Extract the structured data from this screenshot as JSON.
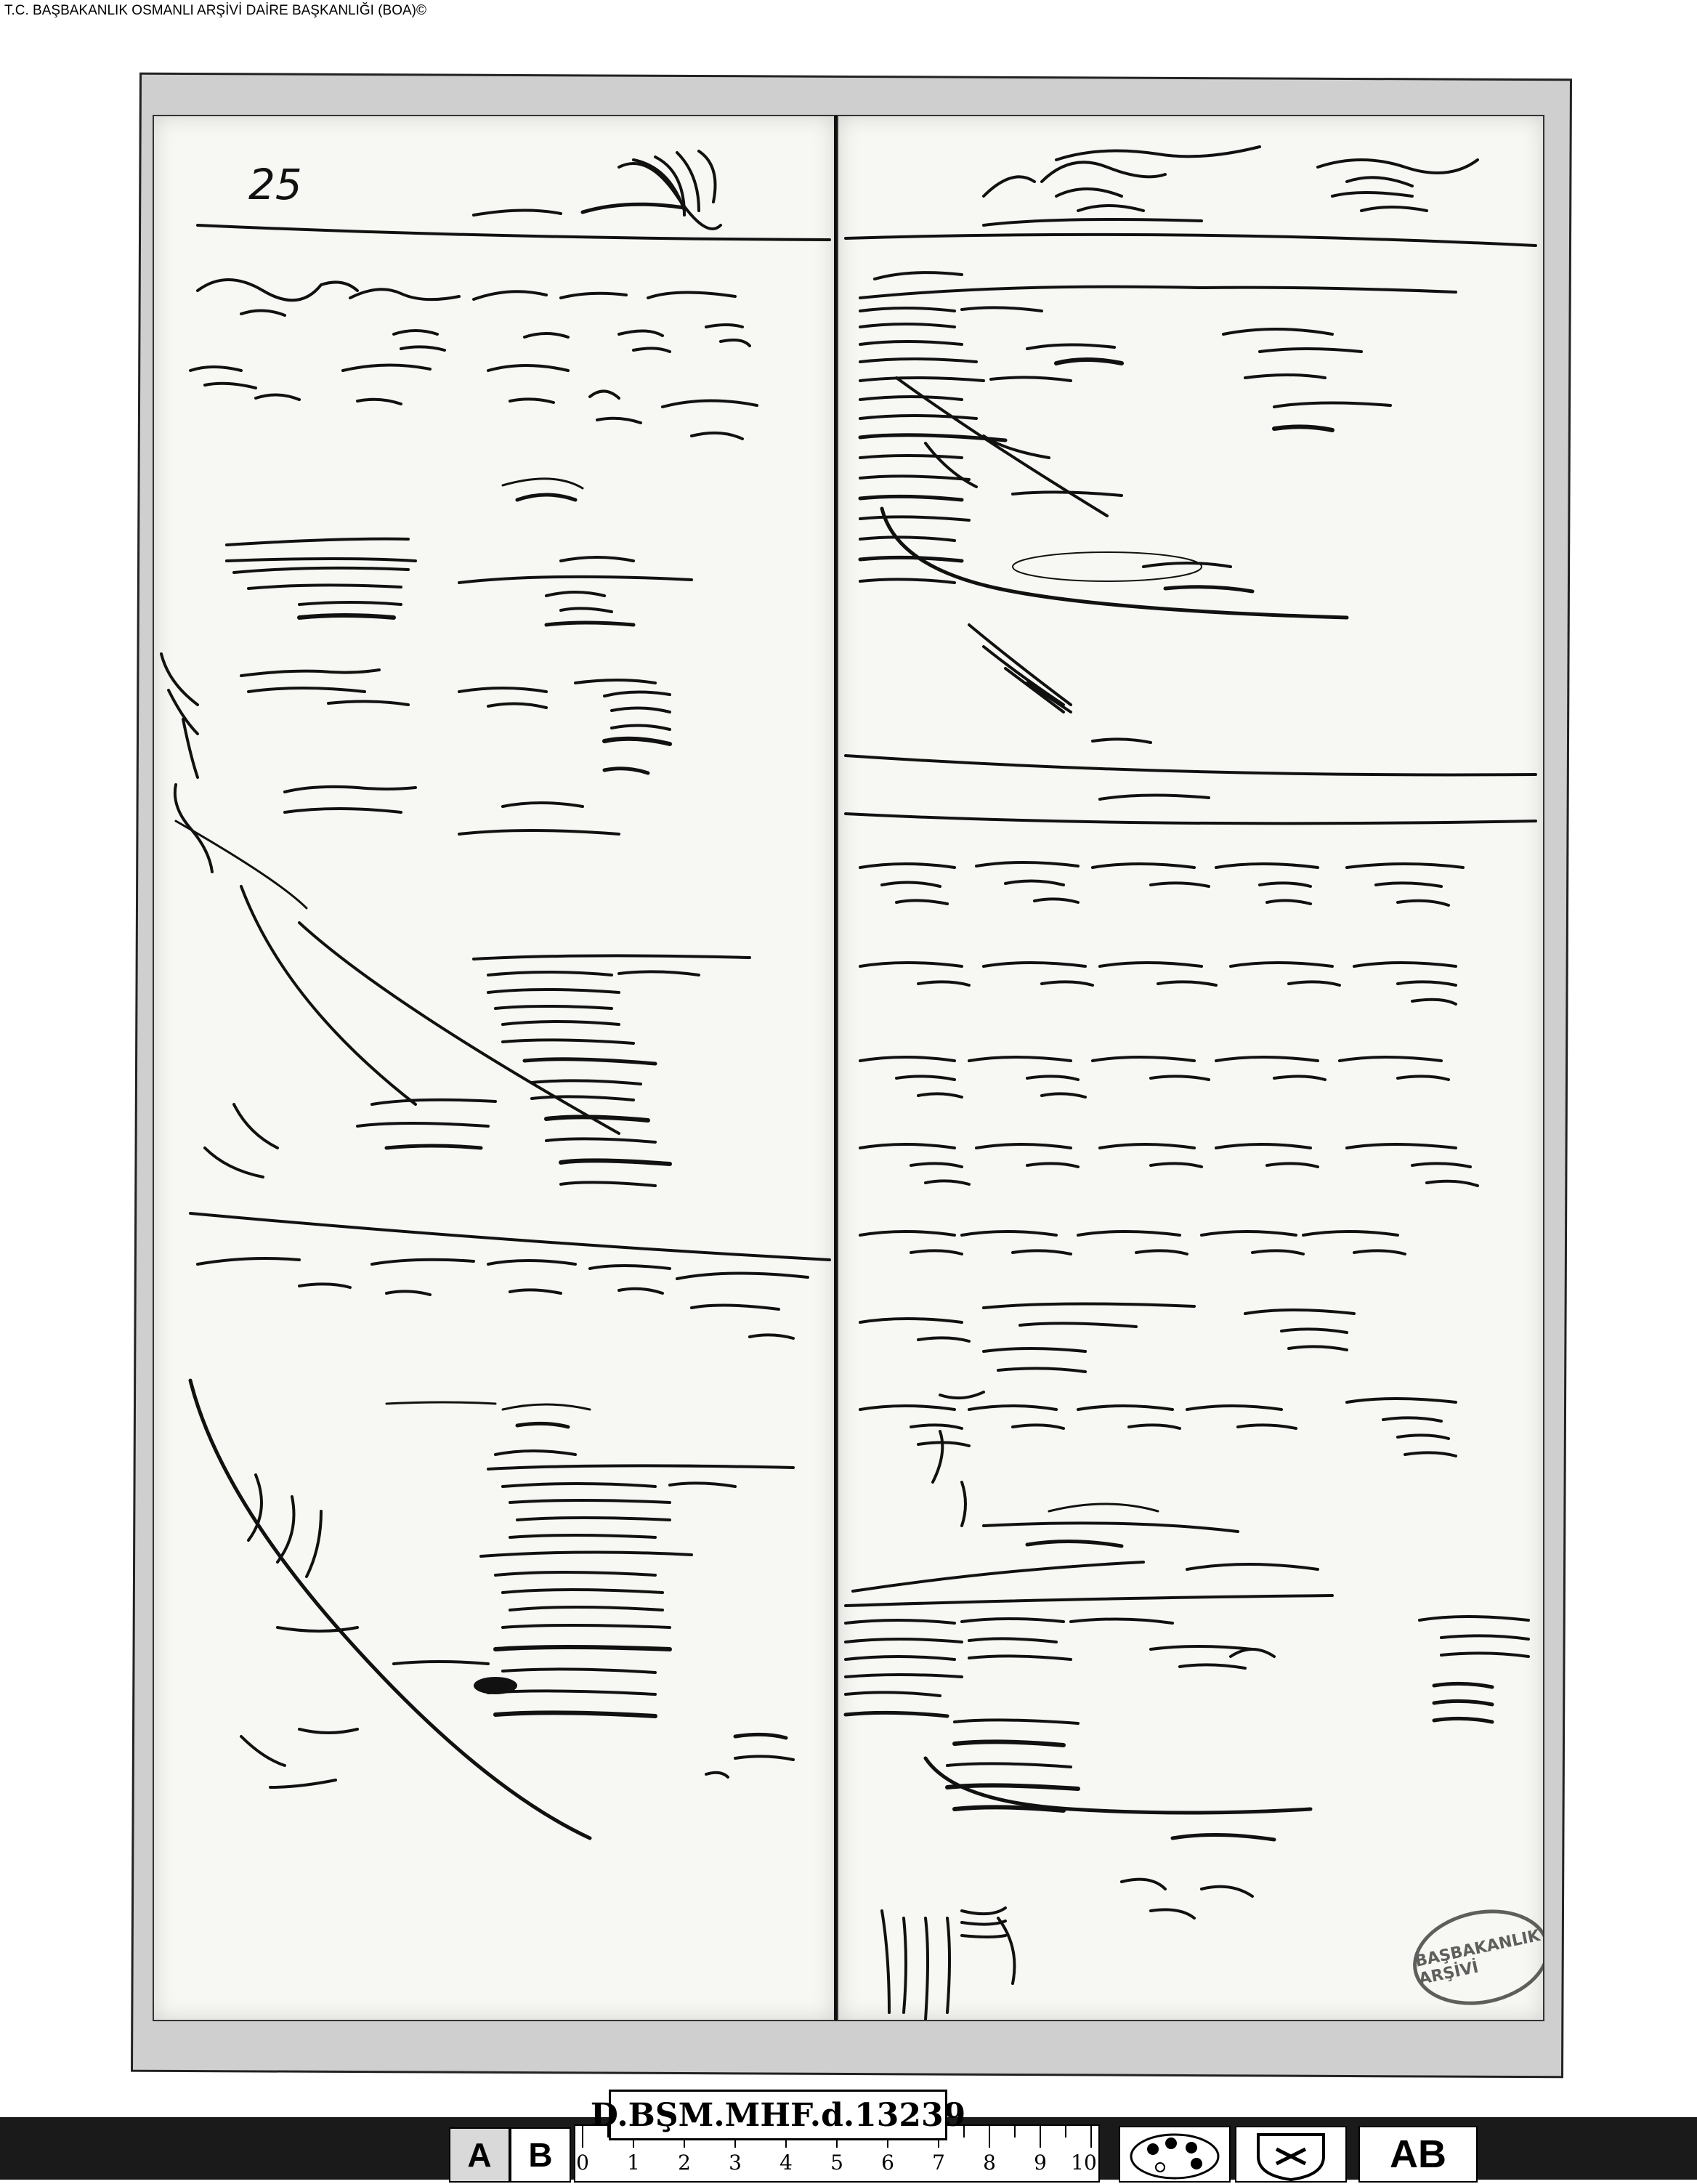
{
  "header": {
    "caption": "T.C. BAŞBAKANLIK OSMANLI ARŞİVİ DAİRE BAŞKANLIĞI (BOA)©"
  },
  "document": {
    "page_number": "25",
    "archive_reference": "D.BŞM.MHF.d.13239",
    "stamp_text": "BAŞBAKANLIK ARŞİVİ"
  },
  "calibration_strip": {
    "card_a": "A",
    "card_b": "B",
    "ruler_ticks": [
      "0",
      "1",
      "2",
      "3",
      "4",
      "5",
      "6",
      "7",
      "8",
      "9",
      "10"
    ],
    "logo_text": "AB"
  },
  "colors": {
    "ink": "#111111",
    "paper": "#f7f7f3",
    "frame": "#cfcfcf"
  }
}
